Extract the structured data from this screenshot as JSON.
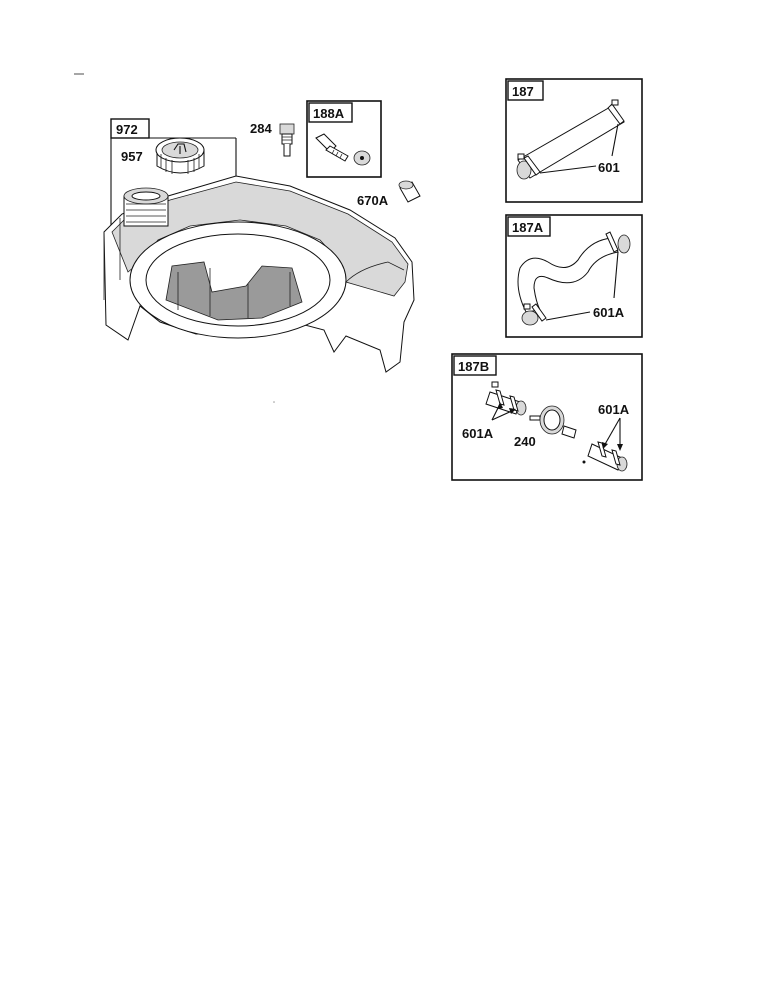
{
  "callouts": {
    "tank_assembly": "972",
    "fuel_cap": "957",
    "fitting": "284",
    "screw_kit": "188A",
    "bushing": "670A",
    "fuel_line_straight": "187",
    "clamp_straight": "601",
    "fuel_line_curved": "187A",
    "clamp_curved": "601A",
    "fuel_line_filter": "187B",
    "clamp_filter_left": "601A",
    "clamp_filter_right": "601A",
    "fuel_filter": "240"
  },
  "colors": {
    "line": "#111111",
    "shade": "#d9d9d9",
    "background": "#ffffff"
  }
}
